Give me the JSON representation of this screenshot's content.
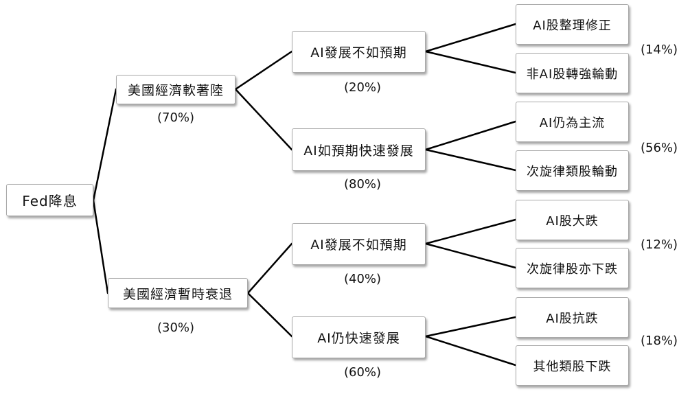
{
  "root": {
    "label": "Fed降息"
  },
  "level1": [
    {
      "label": "美國經濟軟著陸",
      "prob": "(70%)"
    },
    {
      "label": "美國經濟暫時衰退",
      "prob": "(30%)"
    }
  ],
  "level2": [
    {
      "label": "AI發展不如預期",
      "prob": "(20%)"
    },
    {
      "label": "AI如預期快速發展",
      "prob": "(80%)"
    },
    {
      "label": "AI發展不如預期",
      "prob": "(40%)"
    },
    {
      "label": "AI仍快速發展",
      "prob": "(60%)"
    }
  ],
  "level3": [
    {
      "label": "AI股整理修正"
    },
    {
      "label": "非AI股轉強輪動"
    },
    {
      "label": "AI仍為主流"
    },
    {
      "label": "次旋律類股輪動"
    },
    {
      "label": "AI股大跌"
    },
    {
      "label": "次旋律股亦下跌"
    },
    {
      "label": "AI股抗跌"
    },
    {
      "label": "其他類股下跌"
    }
  ],
  "outcomes": [
    "(14%)",
    "(56%)",
    "(12%)",
    "(18%)"
  ]
}
